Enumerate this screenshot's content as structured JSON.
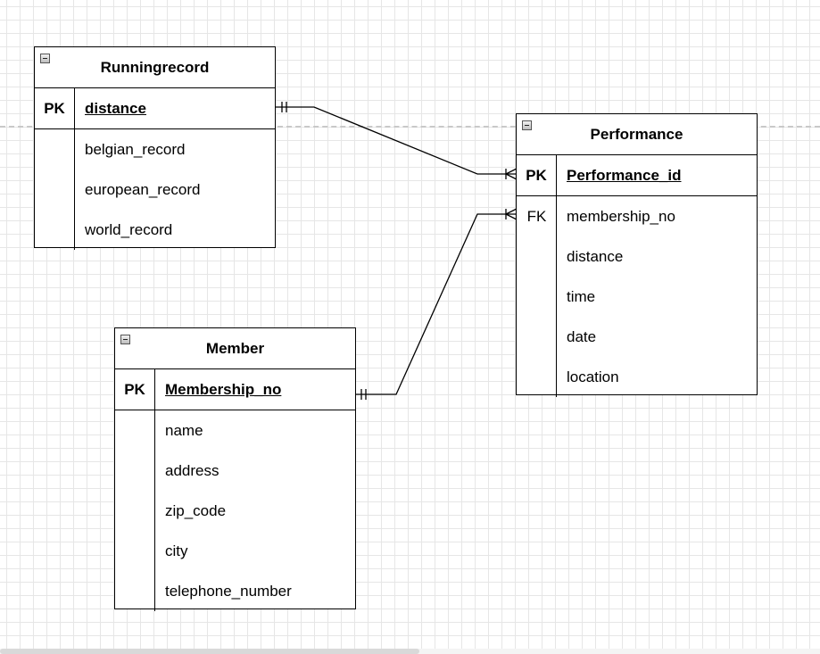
{
  "entities": {
    "runningrecord": {
      "title": "Runningrecord",
      "pk_label": "PK",
      "pk_field": "distance",
      "attributes": [
        {
          "key": "",
          "name": "belgian_record"
        },
        {
          "key": "",
          "name": "european_record"
        },
        {
          "key": "",
          "name": "world_record"
        }
      ]
    },
    "performance": {
      "title": "Performance",
      "pk_label": "PK",
      "pk_field": "Performance_id",
      "attributes": [
        {
          "key": "FK",
          "name": "membership_no"
        },
        {
          "key": "",
          "name": "distance"
        },
        {
          "key": "",
          "name": "time"
        },
        {
          "key": "",
          "name": "date"
        },
        {
          "key": "",
          "name": "location"
        }
      ]
    },
    "member": {
      "title": "Member",
      "pk_label": "PK",
      "pk_field": "Membership_no",
      "attributes": [
        {
          "key": "",
          "name": "name"
        },
        {
          "key": "",
          "name": "address"
        },
        {
          "key": "",
          "name": "zip_code"
        },
        {
          "key": "",
          "name": "city"
        },
        {
          "key": "",
          "name": "telephone_number"
        }
      ]
    }
  },
  "relationships": [
    {
      "from": "Runningrecord.distance",
      "from_cardinality": "exactly-one",
      "to": "Performance.Performance_id",
      "to_cardinality": "one-or-many"
    },
    {
      "from": "Member.Membership_no",
      "from_cardinality": "exactly-one",
      "to": "Performance.membership_no",
      "to_cardinality": "one-or-many"
    }
  ]
}
